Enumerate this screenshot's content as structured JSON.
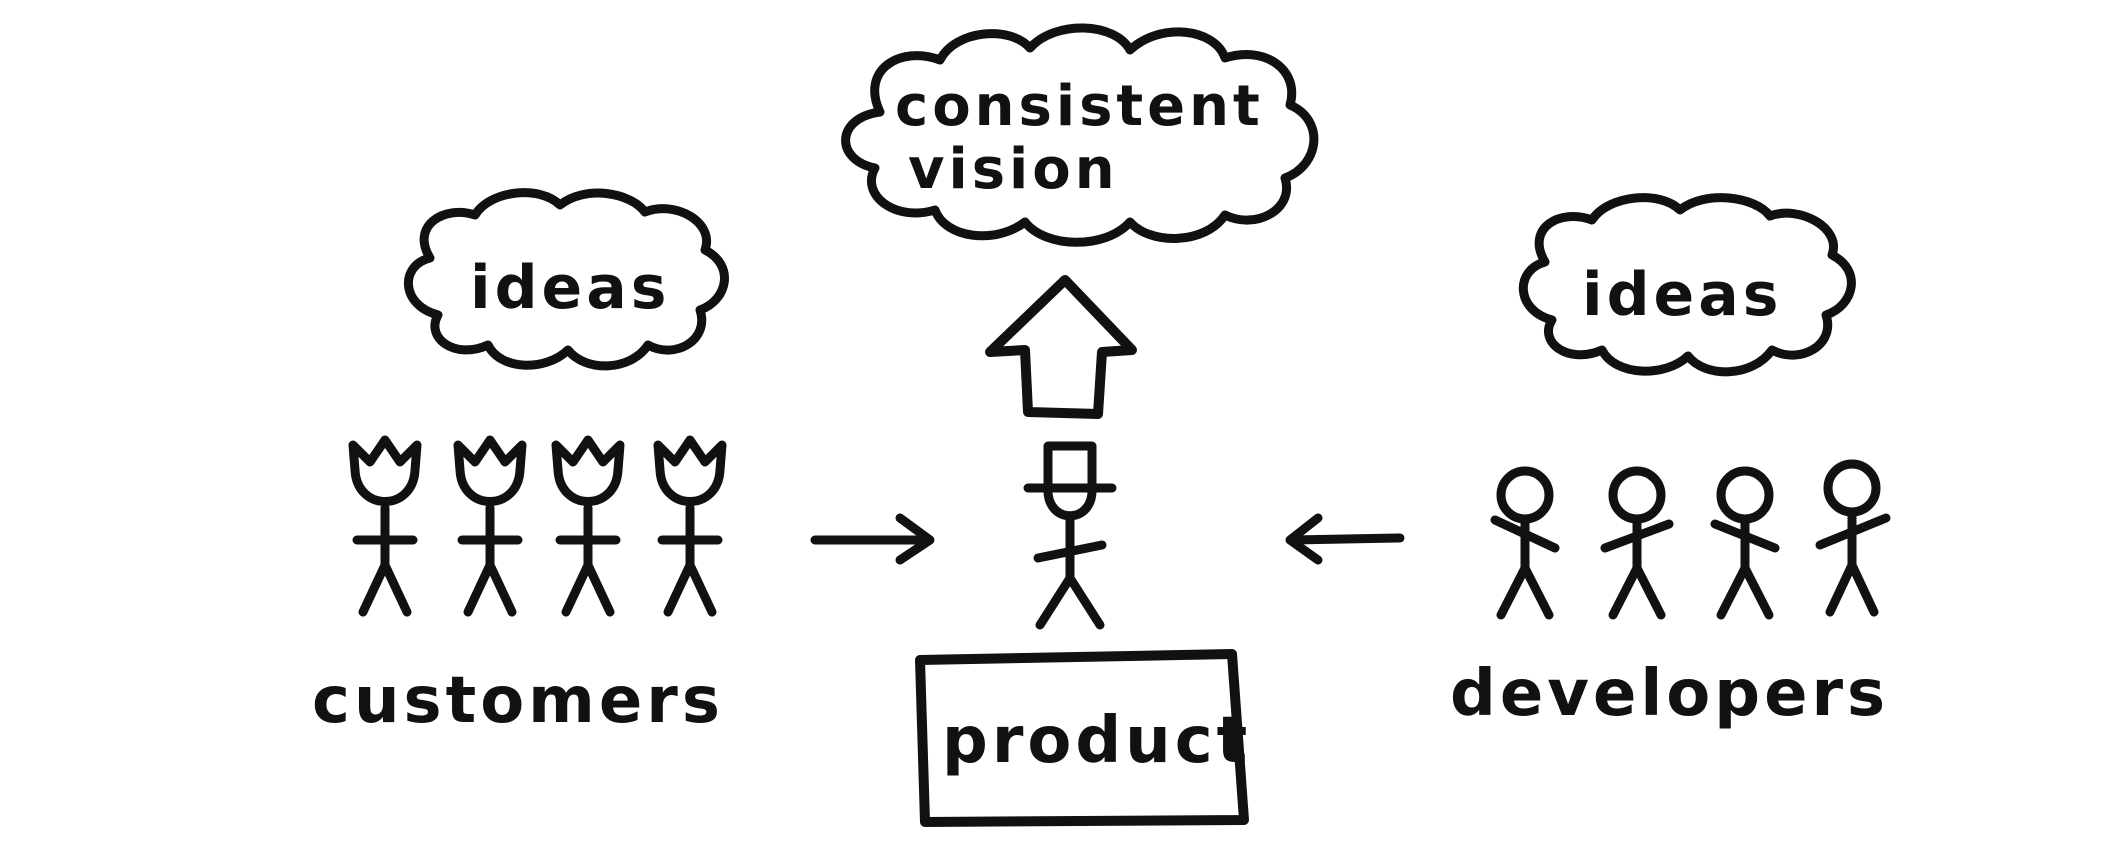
{
  "top_cloud": {
    "line1": "consistent",
    "line2": "vision"
  },
  "left_cloud": {
    "text": "ideas"
  },
  "right_cloud": {
    "text": "ideas"
  },
  "left_group": {
    "label": "customers",
    "count": 4
  },
  "right_group": {
    "label": "developers",
    "count": 4
  },
  "center": {
    "box_label": "product"
  },
  "colors": {
    "ink": "#111111",
    "paper": "#ffffff"
  }
}
